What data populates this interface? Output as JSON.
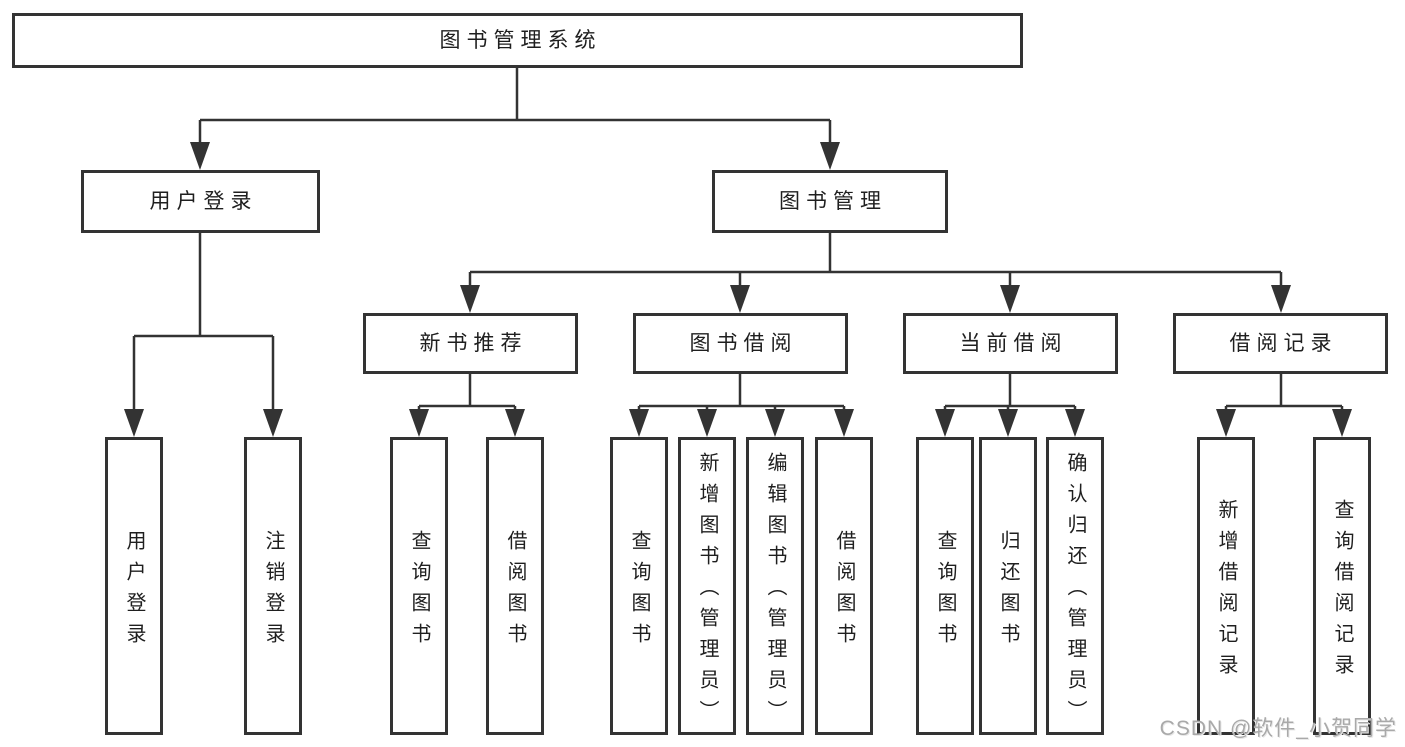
{
  "diagram": {
    "type": "hierarchy",
    "colors": {
      "line": "#333333",
      "box_border": "#333333",
      "box_fill": "#ffffff",
      "text": "#1f1f1f",
      "watermark": "#a9a9a9"
    },
    "tree": {
      "root": {
        "label": "图书管理系统"
      },
      "children": [
        {
          "label": "用户登录",
          "children": [
            {
              "label": "用户登录"
            },
            {
              "label": "注销登录"
            }
          ]
        },
        {
          "label": "图书管理",
          "children": [
            {
              "label": "新书推荐",
              "children": [
                {
                  "label": "查询图书"
                },
                {
                  "label": "借阅图书"
                }
              ]
            },
            {
              "label": "图书借阅",
              "children": [
                {
                  "label": "查询图书"
                },
                {
                  "label": "新增图书（管理员）"
                },
                {
                  "label": "编辑图书（管理员）"
                },
                {
                  "label": "借阅图书"
                }
              ]
            },
            {
              "label": "当前借阅",
              "children": [
                {
                  "label": "查询图书"
                },
                {
                  "label": "归还图书"
                },
                {
                  "label": "确认归还（管理员）"
                }
              ]
            },
            {
              "label": "借阅记录",
              "children": [
                {
                  "label": "新增借阅记录"
                },
                {
                  "label": "查询借阅记录"
                }
              ]
            }
          ]
        }
      ]
    }
  },
  "watermark": "CSDN @软件_小贺同学"
}
